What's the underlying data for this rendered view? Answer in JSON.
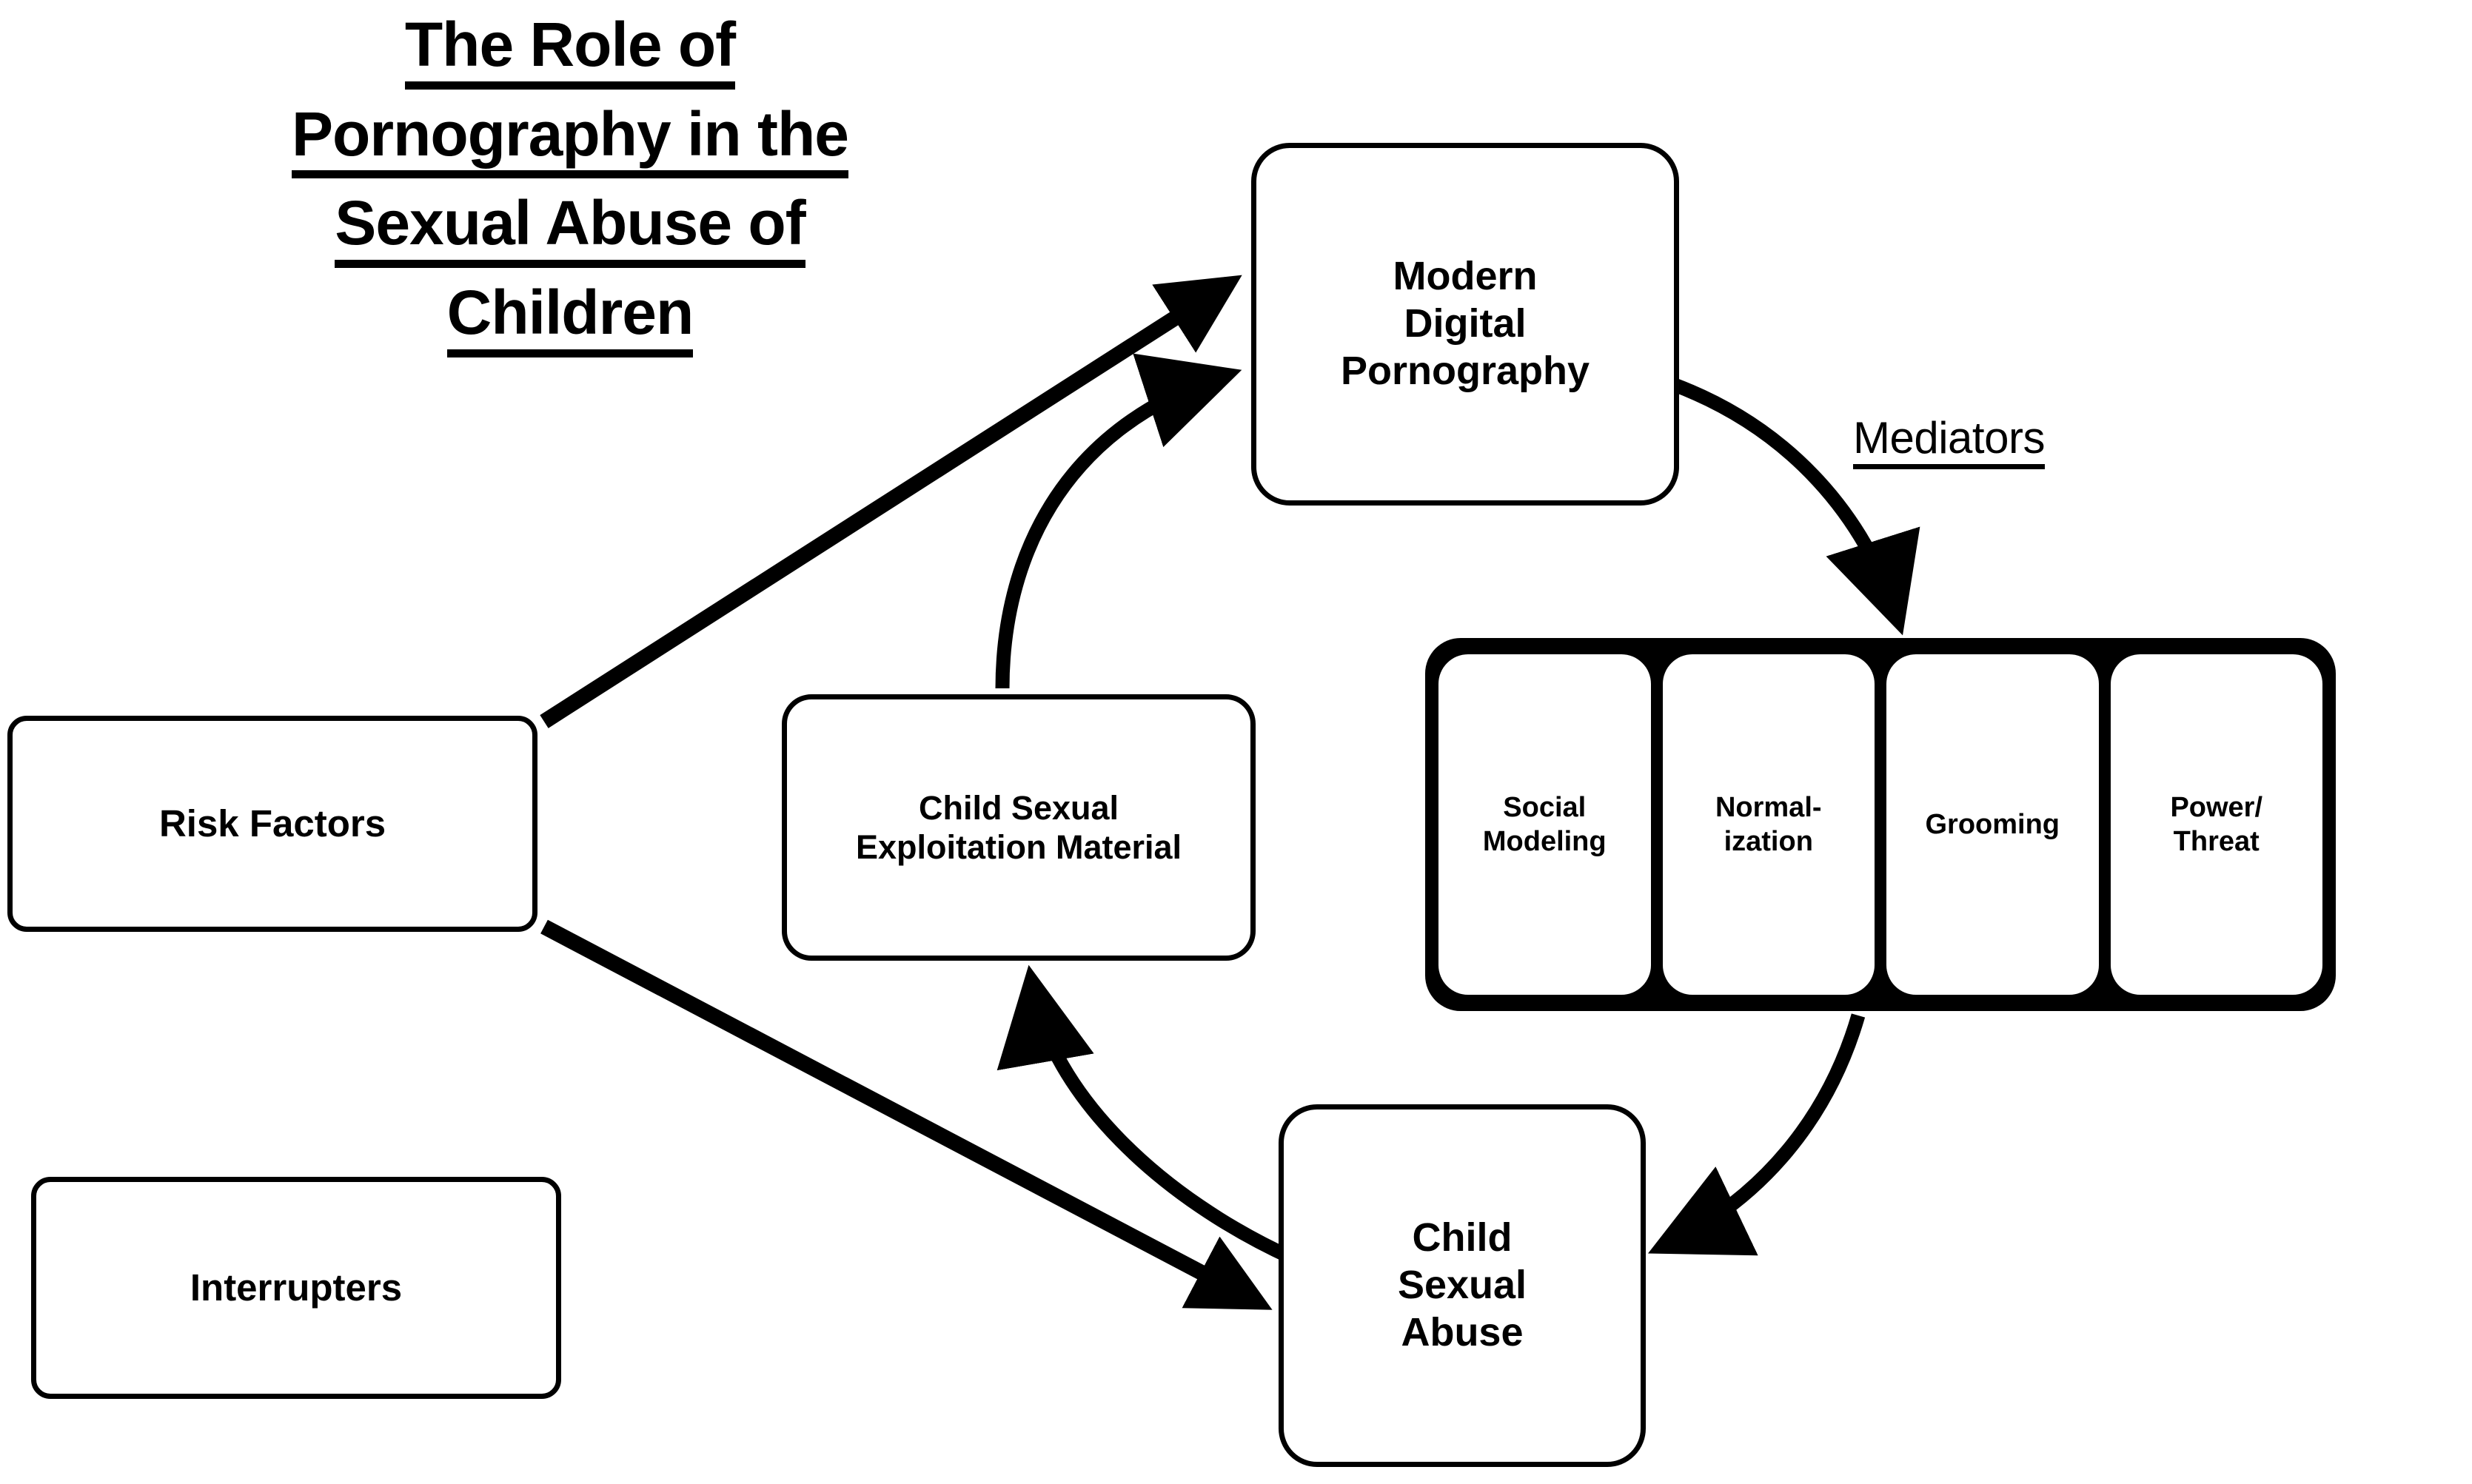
{
  "title": {
    "lines": [
      "The Role of",
      "Pornography in the",
      "Sexual Abuse of",
      "Children"
    ]
  },
  "nodes": {
    "risk_factors": {
      "label": "Risk Factors"
    },
    "interrupters": {
      "label": "Interrupters"
    },
    "modern_digital_pornography": {
      "label": "Modern\nDigital\nPornography"
    },
    "child_sexual_exploitation_material": {
      "label": "Child Sexual\nExploitation Material"
    },
    "child_sexual_abuse": {
      "label": "Child\nSexual\nAbuse"
    }
  },
  "mediators": {
    "heading": "Mediators",
    "items": [
      {
        "label": "Social\nModeling"
      },
      {
        "label": "Normal-\nization"
      },
      {
        "label": "Grooming"
      },
      {
        "label": "Power/\nThreat"
      }
    ]
  },
  "edges": [
    {
      "name": "risk-factors-to-modern-digital-pornography",
      "from": "risk_factors",
      "to": "modern_digital_pornography",
      "style": "straight",
      "arrow": "end"
    },
    {
      "name": "risk-factors-to-child-sexual-abuse",
      "from": "risk_factors",
      "to": "child_sexual_abuse",
      "style": "straight",
      "arrow": "end"
    },
    {
      "name": "csem-to-modern-digital-pornography",
      "from": "child_sexual_exploitation_material",
      "to": "modern_digital_pornography",
      "style": "curved",
      "arrow": "end"
    },
    {
      "name": "modern-digital-pornography-to-mediators",
      "from": "modern_digital_pornography",
      "to": "mediators",
      "style": "curved",
      "arrow": "end"
    },
    {
      "name": "mediators-to-child-sexual-abuse",
      "from": "mediators",
      "to": "child_sexual_abuse",
      "style": "curved",
      "arrow": "end"
    },
    {
      "name": "child-sexual-abuse-to-csem",
      "from": "child_sexual_abuse",
      "to": "child_sexual_exploitation_material",
      "style": "curved",
      "arrow": "end"
    }
  ],
  "colors": {
    "background": "#ffffff",
    "stroke": "#000000",
    "mediators_frame": "#000000"
  }
}
